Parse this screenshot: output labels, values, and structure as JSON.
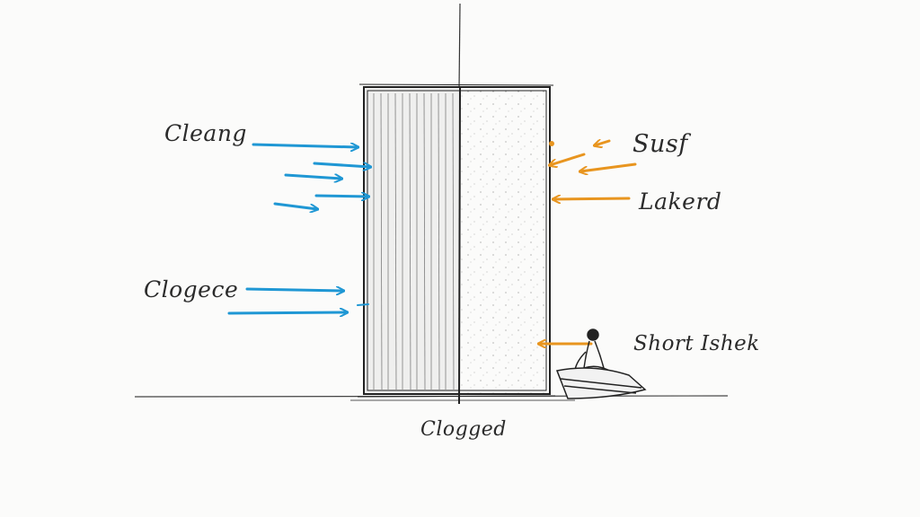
{
  "labels": {
    "clean": "Cleang",
    "clogece": "Clogece",
    "susf": "Susf",
    "lakerd": "Lakerd",
    "short": "Short Ishek",
    "clogged": "Clogged"
  },
  "colors": {
    "ink": "#2b2b2b",
    "blue_arrow": "#1f97d4",
    "orange_arrow": "#e8951f",
    "paper": "#fbfbfa"
  }
}
